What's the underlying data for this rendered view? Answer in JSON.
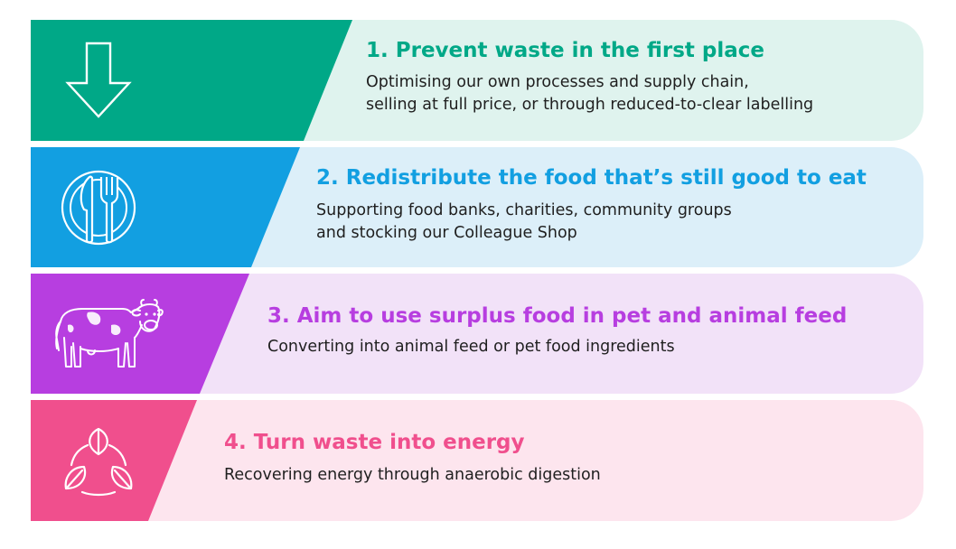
{
  "tiers": [
    {
      "title": "1.  Prevent waste in the first place",
      "desc_lines": [
        "Optimising our own processes and supply chain,",
        "selling at full price, or through reduced-to-clear labelling"
      ],
      "icon": "down-arrow-icon",
      "accent": "#00a887",
      "bg": "#dff3ee"
    },
    {
      "title": "2. Redistribute the food that’s still good to eat",
      "desc_lines": [
        "Supporting food banks, charities, community groups",
        "and stocking our Colleague Shop"
      ],
      "icon": "plate-cutlery-icon",
      "accent": "#129fe1",
      "bg": "#dceff9"
    },
    {
      "title": "3. Aim to use surplus food in pet and animal feed",
      "desc_lines": [
        "Converting into animal feed or pet food ingredients"
      ],
      "icon": "cow-icon",
      "accent": "#b73ee0",
      "bg": "#f2e2f8"
    },
    {
      "title": "4. Turn waste into energy",
      "desc_lines": [
        "Recovering energy through anaerobic digestion"
      ],
      "icon": "recycle-leaves-icon",
      "accent": "#f04f8d",
      "bg": "#fde5ee"
    }
  ]
}
